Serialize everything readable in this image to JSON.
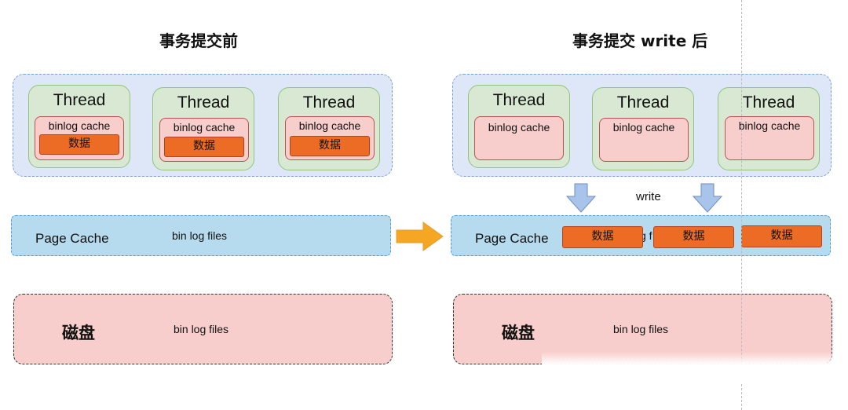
{
  "before": {
    "title": "事务提交前",
    "threads": [
      {
        "label": "Thread",
        "cache_label": "binlog cache",
        "data_label": "数据"
      },
      {
        "label": "Thread",
        "cache_label": "binlog cache",
        "data_label": "数据"
      },
      {
        "label": "Thread",
        "cache_label": "binlog cache",
        "data_label": "数据"
      }
    ],
    "page_cache": {
      "label": "Page Cache",
      "files_label": "bin log files"
    },
    "disk": {
      "label": "磁盘",
      "files_label": "bin log files"
    }
  },
  "after": {
    "title": "事务提交 write 后",
    "threads": [
      {
        "label": "Thread",
        "cache_label": "binlog cache"
      },
      {
        "label": "Thread",
        "cache_label": "binlog cache"
      },
      {
        "label": "Thread",
        "cache_label": "binlog cache"
      }
    ],
    "write_label": "write",
    "page_cache": {
      "label": "Page Cache",
      "partial_text": "g f",
      "data_labels": [
        "数据",
        "数据",
        "数据"
      ]
    },
    "disk": {
      "label": "磁盘",
      "files_label": "bin log files"
    }
  },
  "colors": {
    "group_fill": "#dde7f7",
    "thread_fill": "#d8e8d3",
    "cache_fill": "#f8cecc",
    "data_fill": "#ed6c25",
    "page_cache_fill": "#b7dbee",
    "disk_fill": "#f8cecc",
    "arrow_orange": "#f5a623",
    "arrow_blue": "#a9c4eb"
  }
}
